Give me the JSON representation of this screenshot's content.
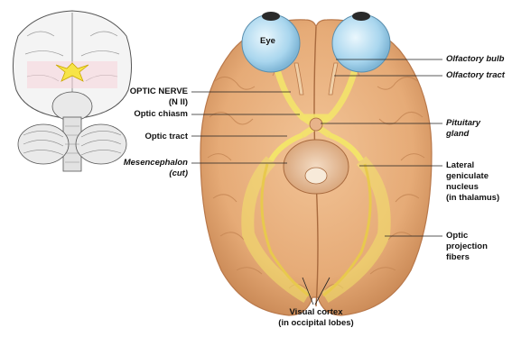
{
  "labels": {
    "eye": "Eye",
    "optic_nerve": "OPTIC NERVE",
    "optic_nerve_num": "(N II)",
    "optic_chiasm": "Optic chiasm",
    "optic_tract": "Optic tract",
    "mesencephalon": "Mesencephalon",
    "mesencephalon_note": "(cut)",
    "olfactory_bulb": "Olfactory bulb",
    "olfactory_tract": "Olfactory tract",
    "pituitary": "Pituitary",
    "pituitary_2": "gland",
    "lateral": "Lateral",
    "lateral_2": "geniculate",
    "lateral_3": "nucleus",
    "lateral_4": "(in thalamus)",
    "optic_proj": "Optic",
    "optic_proj_2": "projection",
    "optic_proj_3": "fibers",
    "visual_cortex": "Visual cortex",
    "visual_cortex_2": "(in occipital lobes)"
  },
  "colors": {
    "brain": "#e9b17e",
    "brain_dark": "#c98a57",
    "fiber": "#f3e36a",
    "eye": "#bfe3f3",
    "leader": "#222222"
  }
}
